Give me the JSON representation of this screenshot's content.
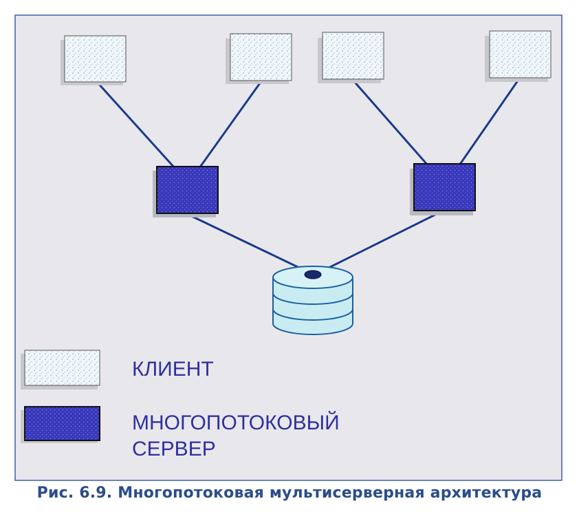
{
  "legend": {
    "client": "КЛИЕНТ",
    "server_line1": "МНОГОПОТОКОВЫЙ",
    "server_line2": "СЕРВЕР"
  },
  "caption": "Рис. 6.9. Многопотоковая мультисерверная архитектура",
  "colors": {
    "panel_bg": "#e8e8ec",
    "panel_border": "#3a5fa8",
    "link": "#1c3a8c",
    "client_fill": "#eaf2f6",
    "server_fill": "#3a3ac4",
    "db_fill": "#c9ecf3",
    "db_stroke": "#1c5fa0"
  }
}
